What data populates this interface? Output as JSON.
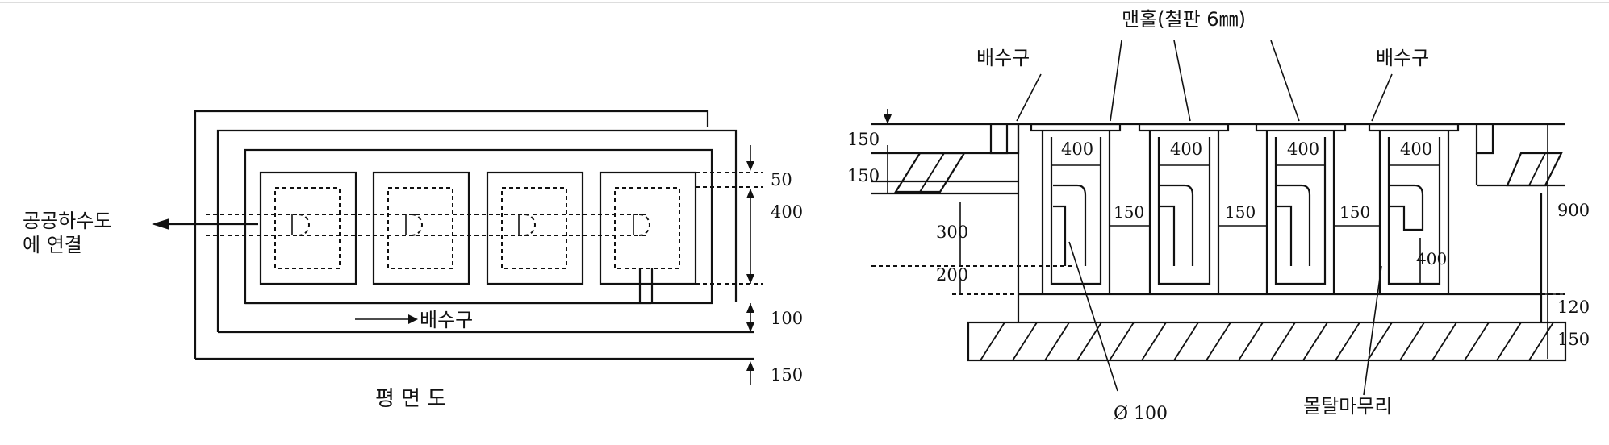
{
  "plan": {
    "title": "평 면 도",
    "connect_line1": "공공하수도",
    "connect_line2": "에 연결",
    "drain_label": "배수구",
    "dims": [
      "50",
      "400",
      "100",
      "150"
    ]
  },
  "section": {
    "manhole_label": "맨홀(철판 6㎜)",
    "drain_left": "배수구",
    "drain_right": "배수구",
    "dims_left": [
      "150",
      "150",
      "300",
      "200"
    ],
    "dims_right": [
      "900",
      "120",
      "150"
    ],
    "widths": [
      "400",
      "400",
      "400",
      "400"
    ],
    "gaps": [
      "150",
      "150",
      "150"
    ],
    "inner_depth": "400",
    "pipe_label": "Ø 100",
    "mortar_label": "몰탈마무리"
  }
}
